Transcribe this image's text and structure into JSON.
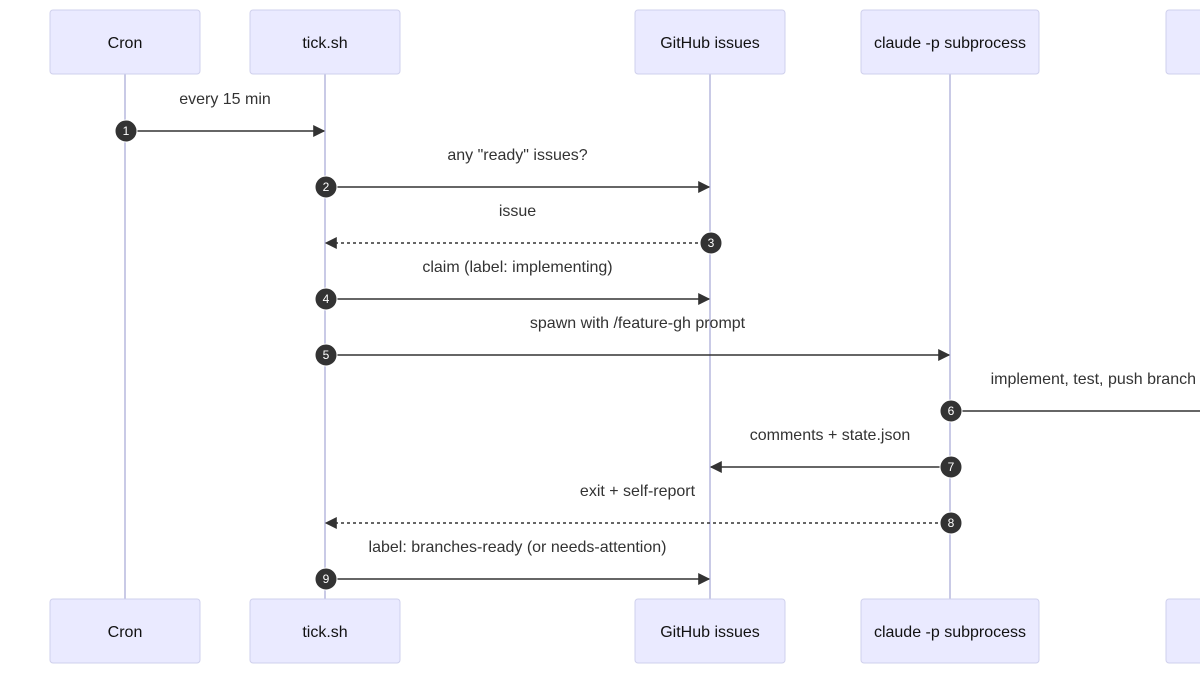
{
  "participants": [
    {
      "id": "cron",
      "label": "Cron"
    },
    {
      "id": "tick",
      "label": "tick.sh"
    },
    {
      "id": "github",
      "label": "GitHub issues"
    },
    {
      "id": "claude",
      "label": "claude -p subprocess"
    },
    {
      "id": "offscreen",
      "label": ""
    }
  ],
  "messages": [
    {
      "number": "1",
      "from": "cron",
      "to": "tick",
      "label": "every 15 min",
      "style": "solid"
    },
    {
      "number": "2",
      "from": "tick",
      "to": "github",
      "label": "any \"ready\" issues?",
      "style": "solid"
    },
    {
      "number": "3",
      "from": "github",
      "to": "tick",
      "label": "issue",
      "style": "dashed"
    },
    {
      "number": "4",
      "from": "tick",
      "to": "github",
      "label": "claim (label: implementing)",
      "style": "solid"
    },
    {
      "number": "5",
      "from": "tick",
      "to": "claude",
      "label": "spawn with /feature-gh prompt",
      "style": "solid"
    },
    {
      "number": "6",
      "from": "claude",
      "to": "offscreen",
      "label": "implement, test, push branch",
      "style": "solid"
    },
    {
      "number": "7",
      "from": "claude",
      "to": "github",
      "label": "comments + state.json",
      "style": "solid"
    },
    {
      "number": "8",
      "from": "claude",
      "to": "tick",
      "label": "exit + self-report",
      "style": "dashed"
    },
    {
      "number": "9",
      "from": "tick",
      "to": "github",
      "label": "label: branches-ready (or needs-attention)",
      "style": "solid"
    }
  ]
}
